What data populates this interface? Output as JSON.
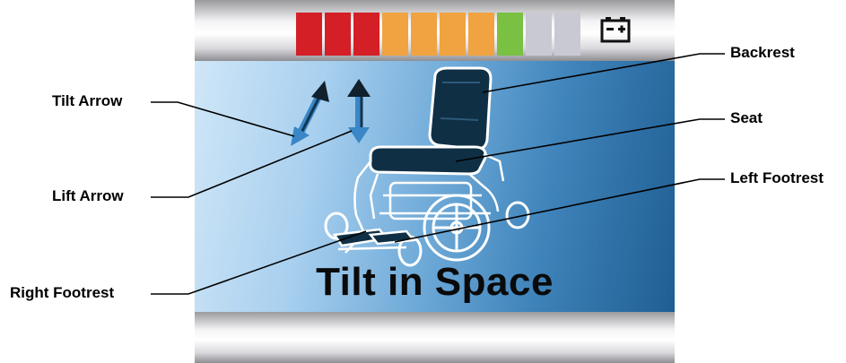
{
  "display": {
    "mode_title": "Tilt in Space",
    "battery": {
      "segment_colors": [
        "#d41f26",
        "#d41f26",
        "#d41f26",
        "#f0a340",
        "#f0a340",
        "#f0a340",
        "#f0a340",
        "#79c043",
        "#c9c9d3",
        "#c9c9d3"
      ],
      "icon": "battery-icon"
    }
  },
  "callouts": {
    "tilt_arrow": "Tilt Arrow",
    "lift_arrow": "Lift Arrow",
    "right_footrest": "Right Footrest",
    "backrest": "Backrest",
    "seat": "Seat",
    "left_footrest": "Left Footrest"
  },
  "colors": {
    "arrow_blue": "#3a86c6",
    "seat_dark": "#0f2f44",
    "outline": "#ffffff"
  }
}
